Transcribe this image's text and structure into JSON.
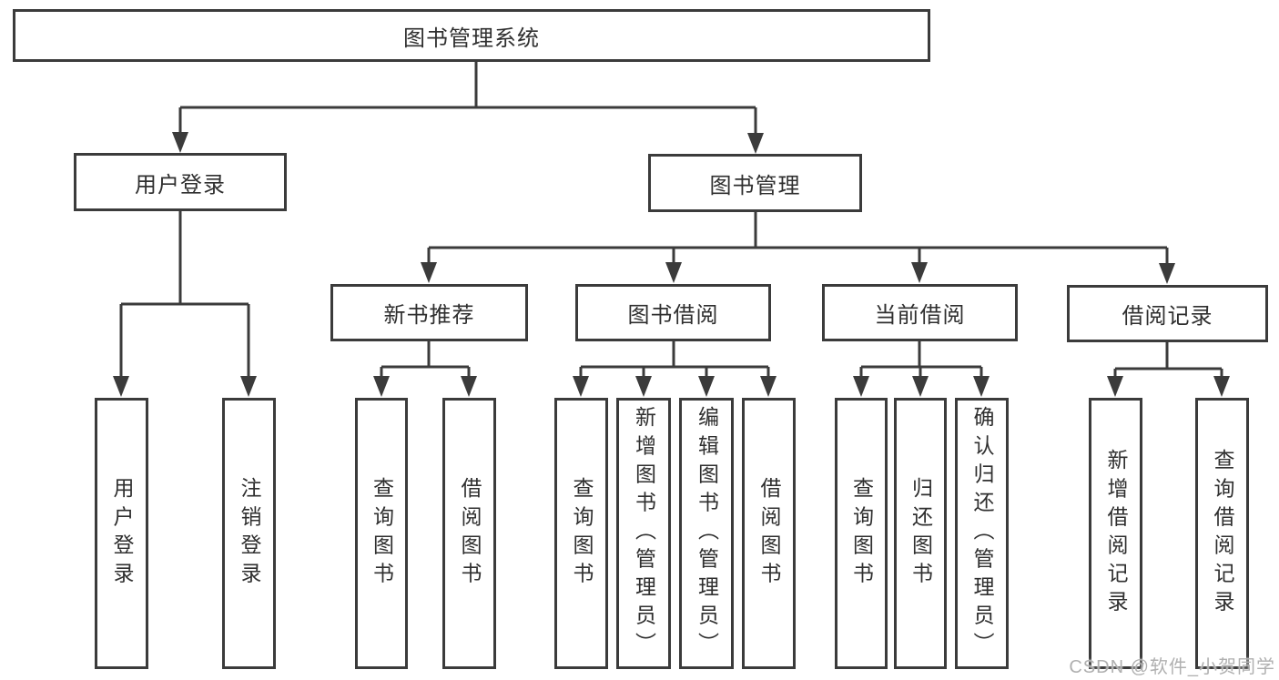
{
  "diagram": {
    "type": "tree",
    "title": "图书管理系统",
    "nodes": {
      "root": {
        "label": "图书管理系统"
      },
      "level2": [
        {
          "label": "用户登录"
        },
        {
          "label": "图书管理"
        }
      ],
      "level3": [
        {
          "label": "新书推荐"
        },
        {
          "label": "图书借阅"
        },
        {
          "label": "当前借阅"
        },
        {
          "label": "借阅记录"
        }
      ],
      "leaves": [
        {
          "label": "用户登录"
        },
        {
          "label": "注销登录"
        },
        {
          "label": "查询图书"
        },
        {
          "label": "借阅图书"
        },
        {
          "label": "查询图书"
        },
        {
          "label": "新增图书（管理员）"
        },
        {
          "label": "编辑图书（管理员）"
        },
        {
          "label": "借阅图书"
        },
        {
          "label": "查询图书"
        },
        {
          "label": "归还图书"
        },
        {
          "label": "确认归还（管理员）"
        },
        {
          "label": "新增借阅记录"
        },
        {
          "label": "查询借阅记录"
        }
      ]
    },
    "hierarchy": {
      "图书管理系统": [
        "用户登录",
        "图书管理"
      ],
      "用户登录": [
        "用户登录",
        "注销登录"
      ],
      "图书管理": [
        "新书推荐",
        "图书借阅",
        "当前借阅",
        "借阅记录"
      ],
      "新书推荐": [
        "查询图书",
        "借阅图书"
      ],
      "图书借阅": [
        "查询图书",
        "新增图书（管理员）",
        "编辑图书（管理员）",
        "借阅图书"
      ],
      "当前借阅": [
        "查询图书",
        "归还图书",
        "确认归还（管理员）"
      ],
      "借阅记录": [
        "新增借阅记录",
        "查询借阅记录"
      ]
    },
    "colors": {
      "line": "#3b3b3b",
      "text": "#2f2f2f",
      "background": "#ffffff",
      "watermark": "#b0b0b0"
    },
    "watermark": "CSDN @软件_小贺同学"
  }
}
